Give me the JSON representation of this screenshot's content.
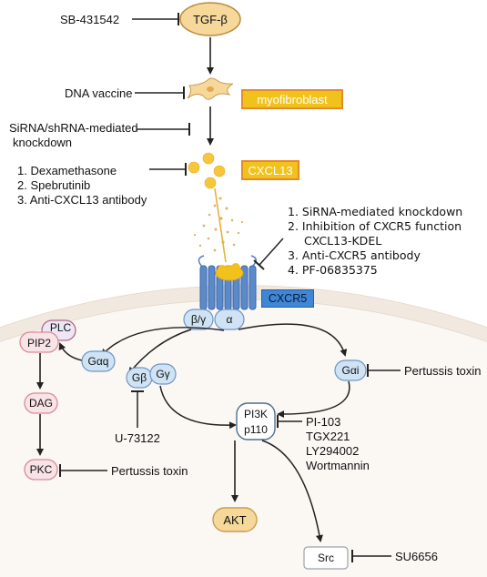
{
  "colors": {
    "membrane": "#f3ece6",
    "membrane_edge": "#e3d7cc",
    "gprotein": "#cfe3f4",
    "gprotein_edge": "#6d97c4",
    "receptor": "#4f7fc4",
    "cxcl13_dot": "#f2c21c",
    "box_fill": "#f2c21c",
    "box_edge": "#e6892b",
    "tgf_fill": "#f6d89a",
    "tgf_edge": "#b98a3a",
    "akt_fill": "#f6d89a",
    "pink_fill": "#f8e3e6",
    "pink_edge": "#d98a96"
  },
  "nodes": {
    "tgfb": "TGF-β",
    "myofibroblast": "myofibroblast",
    "cxcl13": "CXCL13",
    "cxcr5": "CXCR5",
    "beta_gamma": "β/γ",
    "alpha": "α",
    "plc": "PLC",
    "pip2": "PIP2",
    "gaq": "Gαq",
    "gb": "Gβ",
    "gy": "Gγ",
    "gai": "Gαi",
    "dag": "DAG",
    "pkc": "PKC",
    "pi3k_line1": "PI3K",
    "pi3k_line2": "p110",
    "akt": "AKT",
    "src": "Src"
  },
  "inhibitors": {
    "sb431542": "SB-431542",
    "dna_vaccine": "DNA vaccine",
    "sirna_line1": "SiRNA/shRNA-mediated",
    "sirna_line2": "knockdown",
    "cxcl13_inhibitors": [
      "1. Dexamethasone",
      "2. Spebrutinib",
      "3. Anti-CXCL13 antibody"
    ],
    "cxcr5_inhibitors": [
      "1. SiRNA-mediated knockdown",
      "2. Inhibition of CXCR5 function",
      "CXCL13-KDEL",
      "3. Anti-CXCR5 antibody",
      "4. PF-06835375"
    ],
    "pertussis_gai": "Pertussis toxin",
    "u73122": "U-73122",
    "pi3k_inhibitors": [
      "PI-103",
      "TGX221",
      "LY294002",
      "Wortmannin"
    ],
    "pertussis_pkc": "Pertussis toxin",
    "su6656": "SU6656"
  }
}
